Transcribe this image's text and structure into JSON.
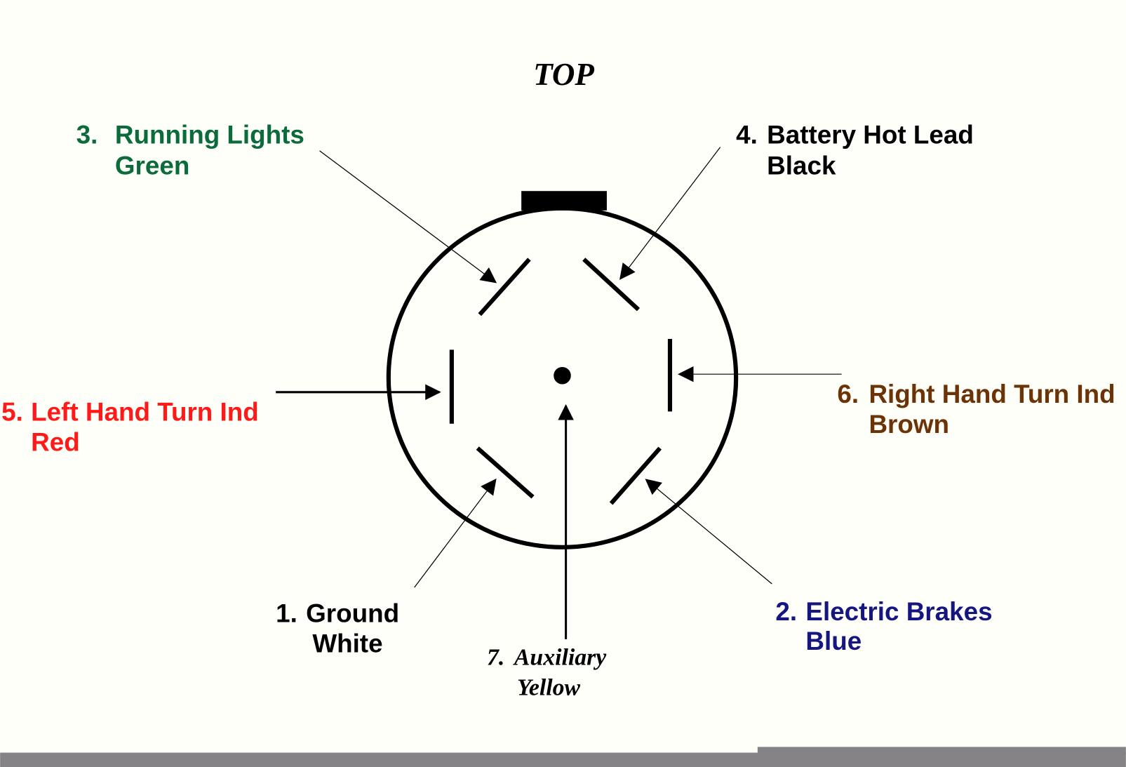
{
  "title": "TOP",
  "colors": {
    "background": "#fffffa",
    "green": "#0b6b3a",
    "black": "#000000",
    "red": "#ff1a1a",
    "brown": "#6b3306",
    "blue": "#161680",
    "bottom_bar": "#858385"
  },
  "pins": [
    {
      "number": "1.",
      "function": "Ground",
      "wire_color": "White"
    },
    {
      "number": "2.",
      "function": "Electric Brakes",
      "wire_color": "Blue"
    },
    {
      "number": "3.",
      "function": "Running Lights",
      "wire_color": "Green"
    },
    {
      "number": "4.",
      "function": "Battery Hot Lead",
      "wire_color": "Black"
    },
    {
      "number": "5.",
      "function": "Left Hand Turn Ind",
      "wire_color": "Red"
    },
    {
      "number": "6.",
      "function": "Right Hand Turn Ind",
      "wire_color": "Brown"
    },
    {
      "number": "7.",
      "function": "Auxiliary",
      "wire_color": "Yellow"
    }
  ]
}
